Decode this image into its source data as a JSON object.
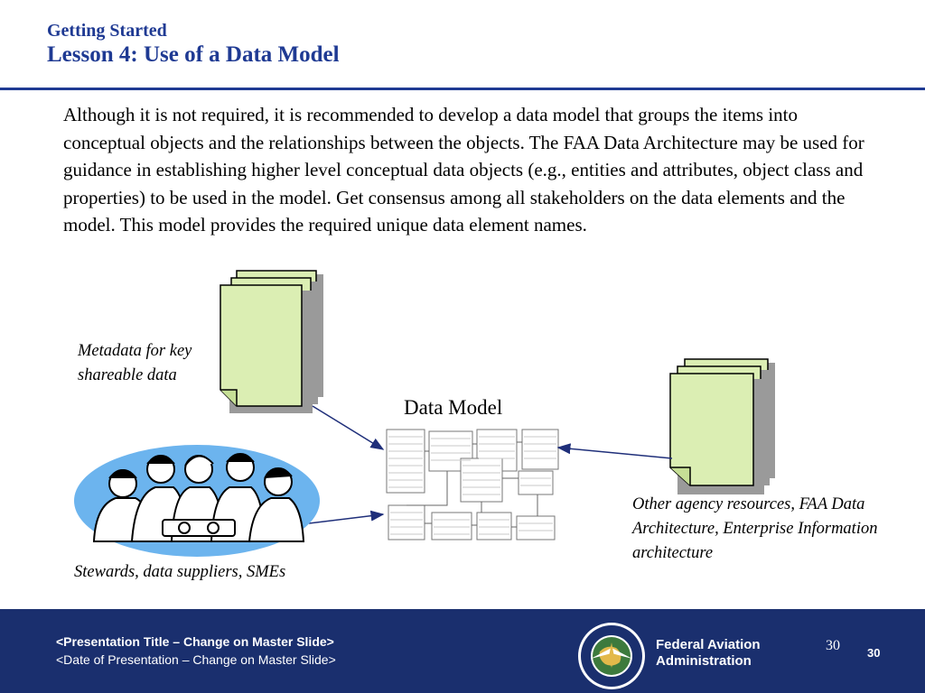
{
  "header": {
    "subtitle": "Getting Started",
    "title": "Lesson 4: Use of a Data Model"
  },
  "body": {
    "paragraph": "Although it is not required, it is recommended to develop a data model that groups the items into conceptual objects and the relationships between the objects.  The FAA Data Architecture may be used for guidance in establishing higher level conceptual data objects (e.g., entities and attributes, object class and properties) to be used in the model. Get consensus among all stakeholders on the data elements and the model. This model provides the required unique data element names."
  },
  "diagram": {
    "metadata_label": "Metadata for key shareable data",
    "data_model_label": "Data Model",
    "stewards_label": "Stewards, data suppliers, SMEs",
    "other_resources_label": "Other agency resources, FAA Data Architecture, Enterprise Information architecture"
  },
  "footer": {
    "presentation_title": "<Presentation Title – Change on Master Slide>",
    "presentation_date": "<Date of Presentation – Change on Master Slide>",
    "agency_line1": "Federal Aviation",
    "agency_line2": "Administration",
    "slide_number": "30",
    "slide_number_bold": "30",
    "seal_icon": "faa-seal-icon"
  },
  "colors": {
    "title_blue": "#1f3a93",
    "footer_navy": "#1a2f6e",
    "document_green": "#dbeeb3",
    "ellipse_blue": "#6cb4ee",
    "arrow_navy": "#1f2f7a"
  }
}
